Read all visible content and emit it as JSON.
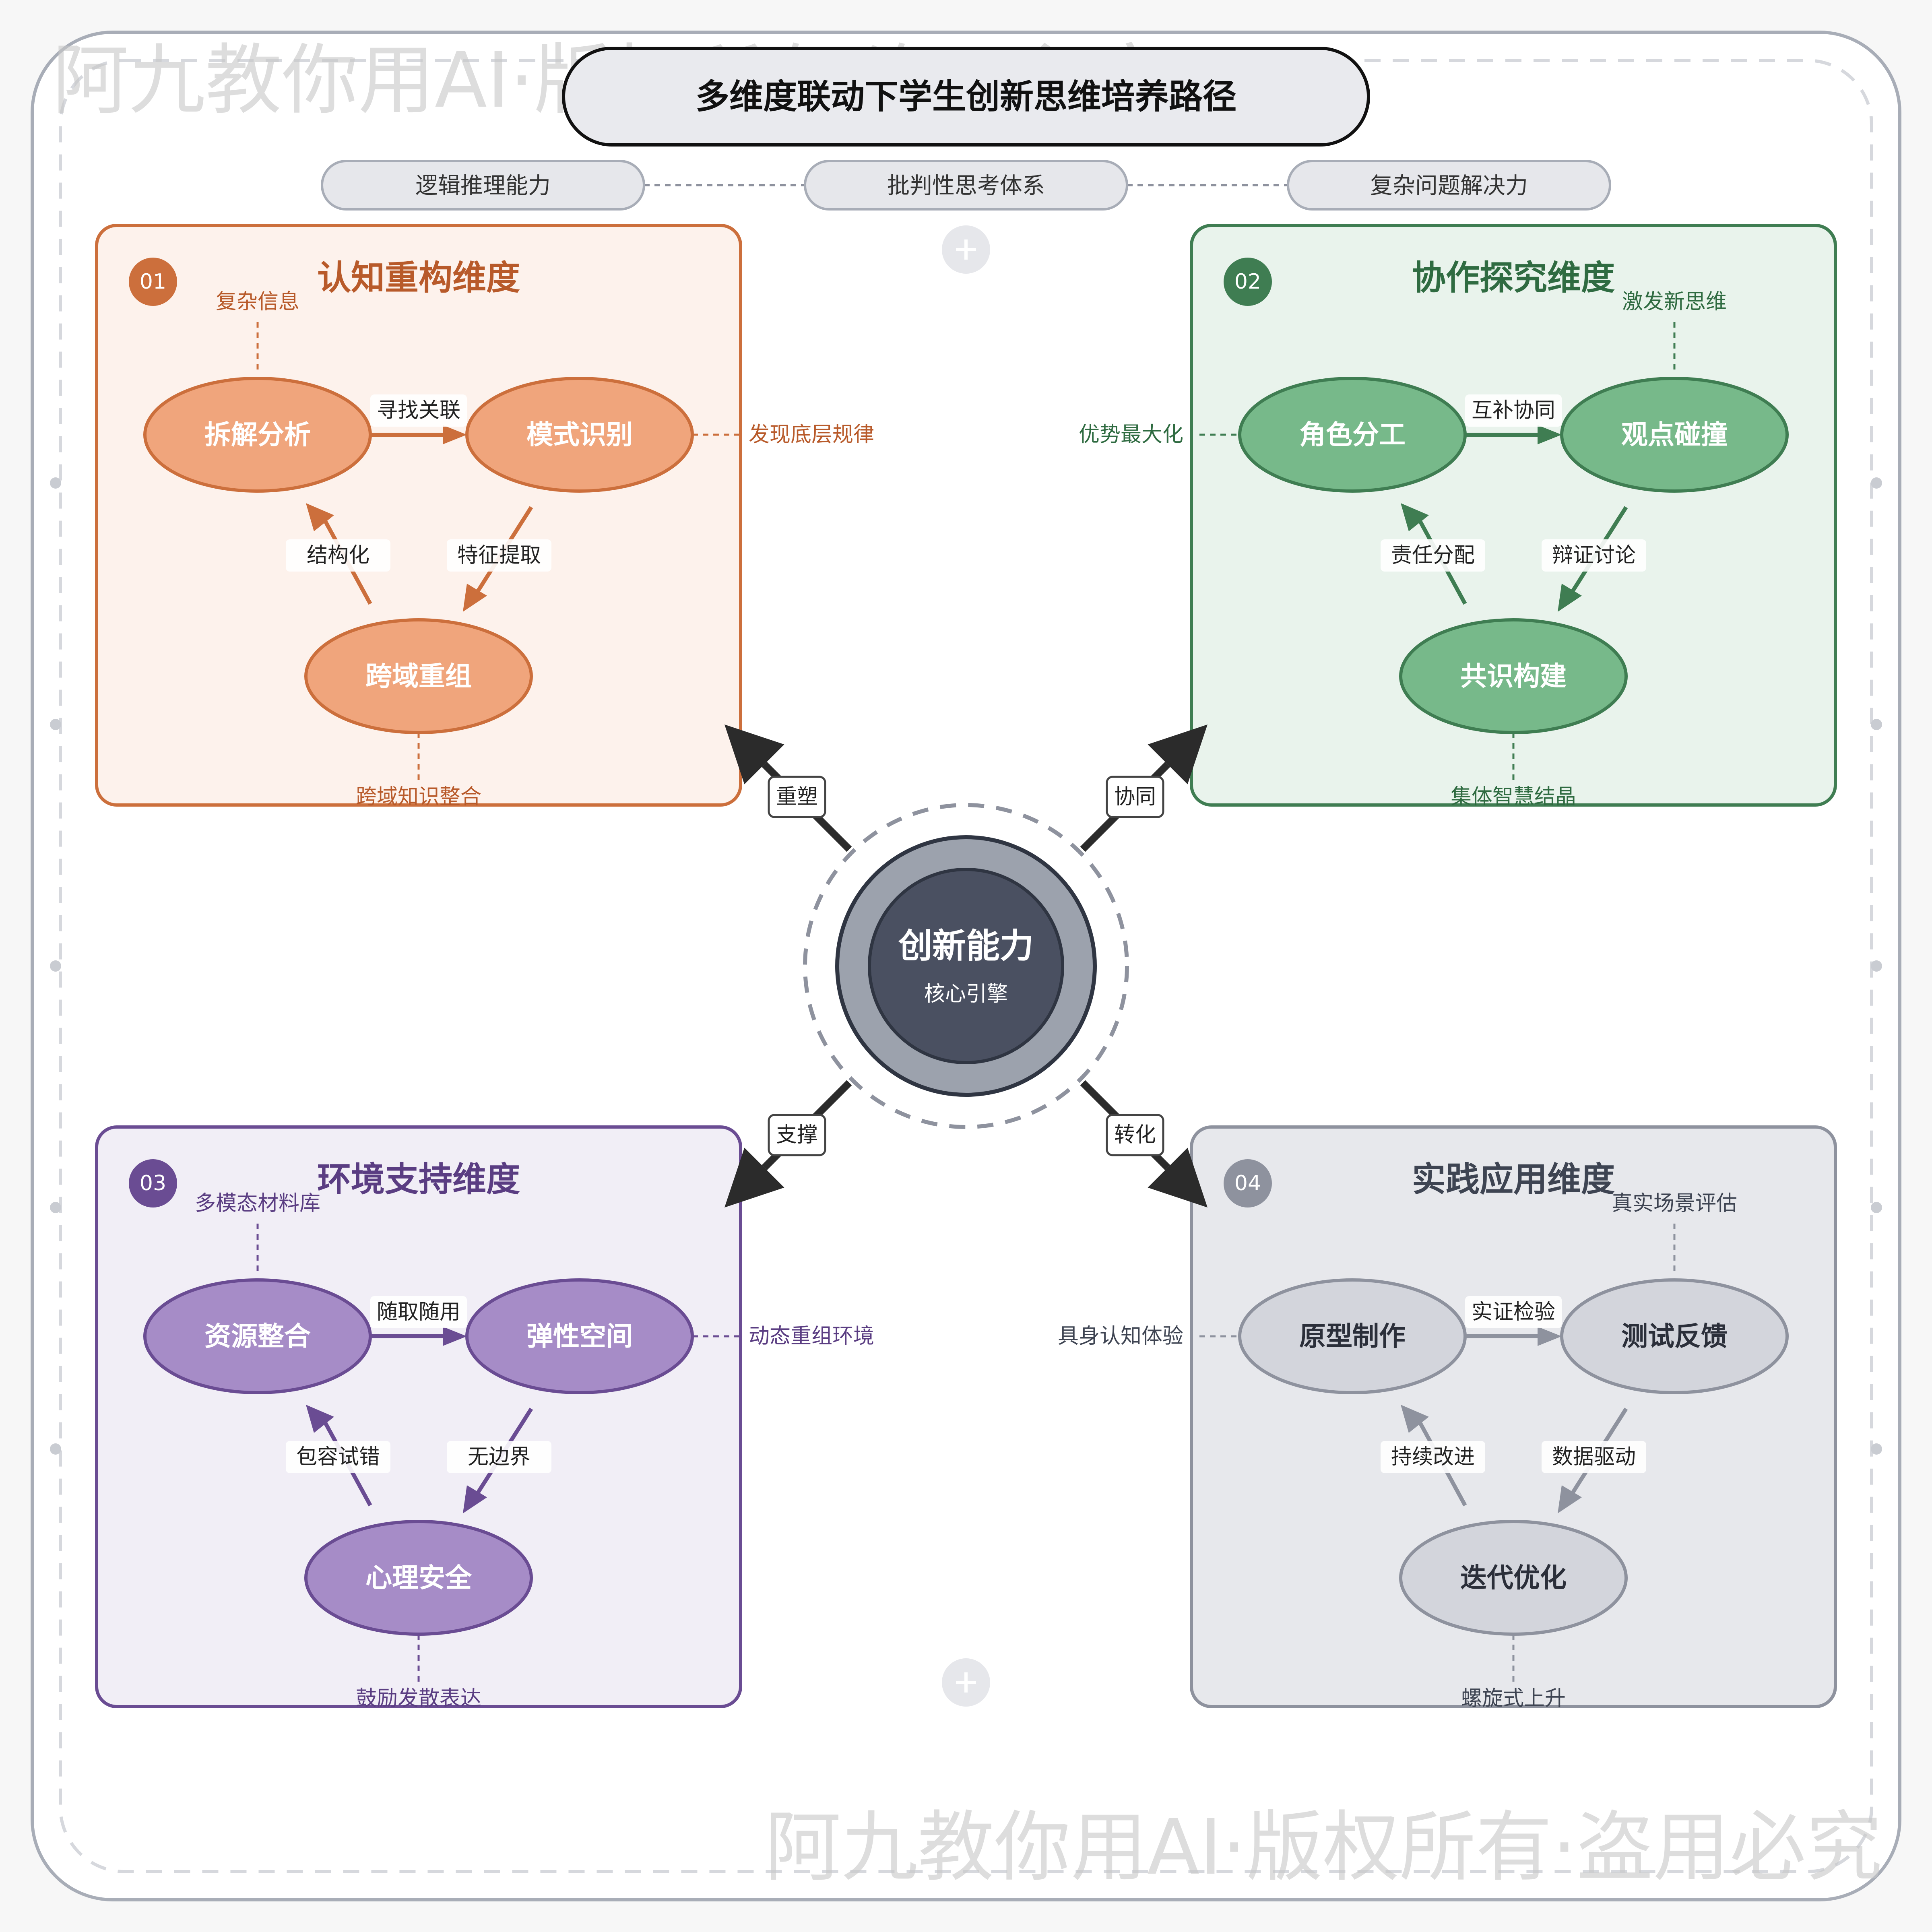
{
  "title": "多维度联动下学生创新思维培养路径",
  "watermark": "阿九教你用AI·版权所有·盗用必究",
  "top_tags": [
    "逻辑推理能力",
    "批判性思考体系",
    "复杂问题解决力"
  ],
  "center": {
    "title": "创新能力",
    "subtitle": "核心引擎"
  },
  "connectors": {
    "q1": "重塑",
    "q2": "协同",
    "q3": "支撑",
    "q4": "转化"
  },
  "quadrants": [
    {
      "num": "01",
      "title": "认知重构维度",
      "nodes": [
        "拆解分析",
        "模式识别",
        "跨域重组"
      ],
      "edge_top": "寻找关联",
      "edge_left": "结构化",
      "edge_right": "特征提取",
      "note_top": "复杂信息",
      "note_side": "发现底层规律",
      "note_bottom": "跨域知识整合",
      "colors": {
        "bg": "#fdf2ec",
        "border": "#cc6f3c",
        "node": "#f0a57c",
        "text": "#b85a2a"
      }
    },
    {
      "num": "02",
      "title": "协作探究维度",
      "nodes": [
        "角色分工",
        "观点碰撞",
        "共识构建"
      ],
      "edge_top": "互补协同",
      "edge_left": "责任分配",
      "edge_right": "辩证讨论",
      "note_top": "激发新思维",
      "note_side": "优势最大化",
      "note_bottom": "集体智慧结晶",
      "colors": {
        "bg": "#e9f3ec",
        "border": "#3f7d52",
        "node": "#77b98a",
        "text": "#2f6b41"
      }
    },
    {
      "num": "03",
      "title": "环境支持维度",
      "nodes": [
        "资源整合",
        "弹性空间",
        "心理安全"
      ],
      "edge_top": "随取随用",
      "edge_left": "包容试错",
      "edge_right": "无边界",
      "note_top": "多模态材料库",
      "note_side": "动态重组环境",
      "note_bottom": "鼓励发散表达",
      "colors": {
        "bg": "#f1eef6",
        "border": "#6a4c93",
        "node": "#a68cc7",
        "text": "#5a3d82"
      }
    },
    {
      "num": "04",
      "title": "实践应用维度",
      "nodes": [
        "原型制作",
        "测试反馈",
        "迭代优化"
      ],
      "edge_top": "实证检验",
      "edge_left": "持续改进",
      "edge_right": "数据驱动",
      "note_top": "真实场景评估",
      "note_side": "具身认知体验",
      "note_bottom": "螺旋式上升",
      "colors": {
        "bg": "#e7e8ec",
        "border": "#8e929e",
        "node": "#d3d5dc",
        "text": "#3e4452"
      }
    }
  ]
}
